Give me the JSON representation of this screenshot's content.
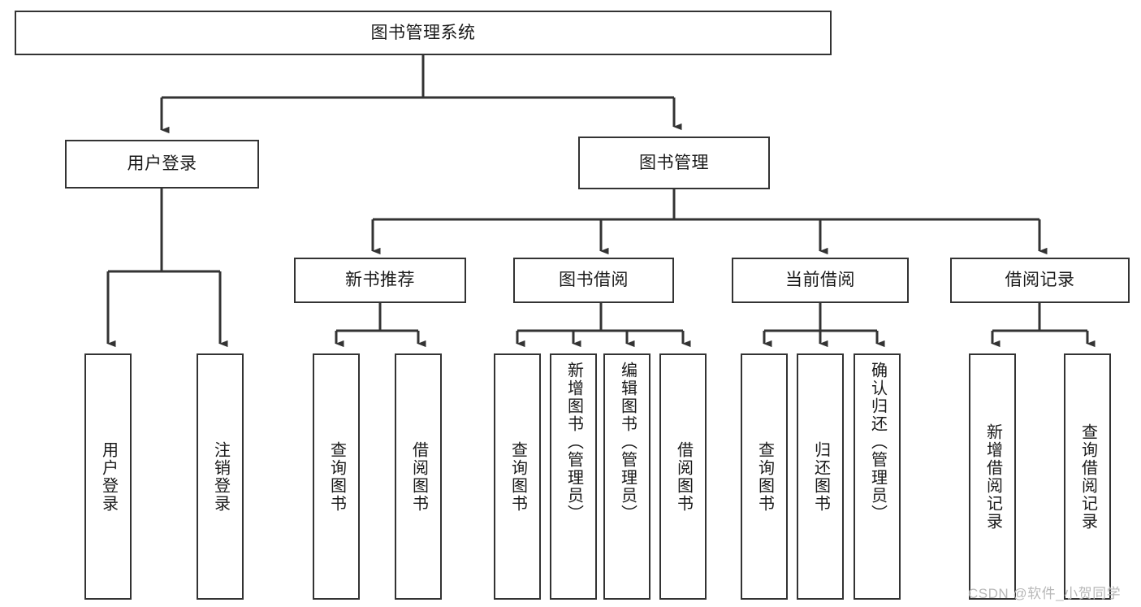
{
  "diagram": {
    "title": "图书管理系统",
    "type": "functional-structure-tree",
    "colors": {
      "background": "#ffffff",
      "node_border": "#333333",
      "node_fill": "#ffffff",
      "edge": "#333333",
      "text": "#1a1a1a",
      "watermark": "#b8b8b8"
    },
    "root": {
      "label": "图书管理系统"
    },
    "level2": [
      {
        "label": "用户登录"
      },
      {
        "label": "图书管理"
      }
    ],
    "level3": [
      {
        "label": "新书推荐"
      },
      {
        "label": "图书借阅"
      },
      {
        "label": "当前借阅"
      },
      {
        "label": "借阅记录"
      }
    ],
    "leaves": {
      "user_login": [
        {
          "label": "用户登录"
        },
        {
          "label": "注销登录"
        }
      ],
      "new_book_recommend": [
        {
          "label": "查询图书"
        },
        {
          "label": "借阅图书"
        }
      ],
      "book_borrow": [
        {
          "label": "查询图书"
        },
        {
          "label": "新增图书（管理员）"
        },
        {
          "label": "编辑图书（管理员）"
        },
        {
          "label": "借阅图书"
        }
      ],
      "current_borrow": [
        {
          "label": "查询图书"
        },
        {
          "label": "归还图书"
        },
        {
          "label": "确认归还（管理员）"
        }
      ],
      "borrow_record": [
        {
          "label": "新增借阅记录"
        },
        {
          "label": "查询借阅记录"
        }
      ]
    },
    "watermark": "CSDN @软件_小贺同学"
  }
}
